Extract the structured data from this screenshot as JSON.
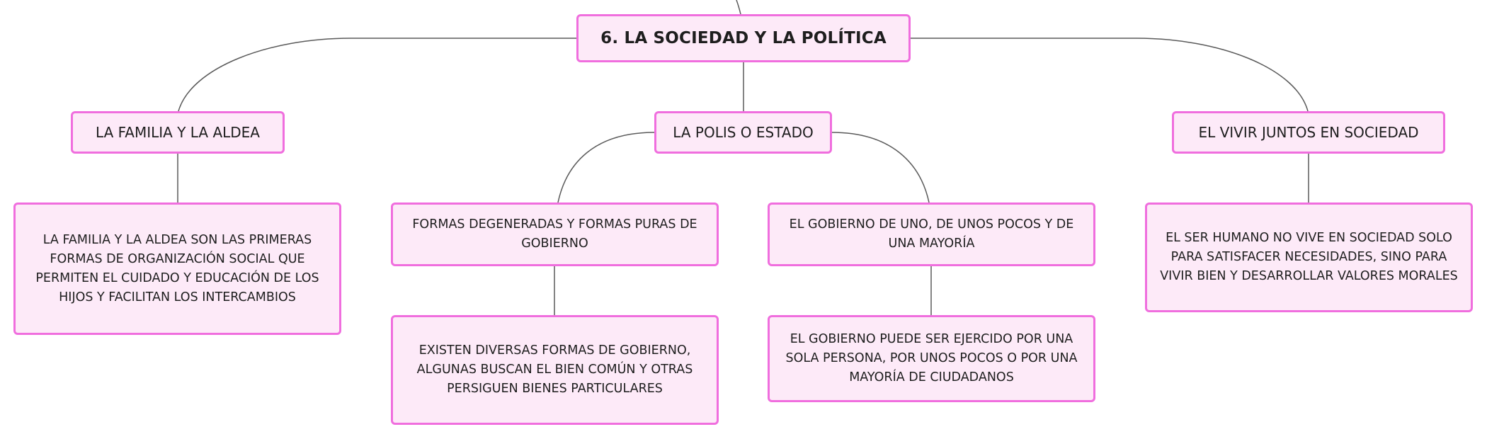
{
  "colors": {
    "node_fill": "#fdeaf8",
    "node_border": "#f06ede",
    "connector": "#5a5a5a",
    "text": "#1e1e1e"
  },
  "root": {
    "label": "6. LA SOCIEDAD Y LA POLÍTICA"
  },
  "branches": {
    "familia": {
      "label": "LA FAMILIA Y LA ALDEA",
      "description": "LA FAMILIA Y LA ALDEA SON LAS PRIMERAS FORMAS DE ORGANIZACIÓN SOCIAL QUE PERMITEN EL CUIDADO Y EDUCACIÓN DE LOS HIJOS Y FACILITAN LOS INTERCAMBIOS"
    },
    "polis": {
      "label": "LA POLIS O ESTADO",
      "children": {
        "formas": {
          "label": "FORMAS DEGENERADAS Y FORMAS PURAS DE GOBIERNO",
          "description": "EXISTEN DIVERSAS FORMAS DE GOBIERNO, ALGUNAS BUSCAN EL BIEN COMÚN Y OTRAS PERSIGUEN BIENES PARTICULARES"
        },
        "gobierno": {
          "label": "EL GOBIERNO DE UNO, DE UNOS POCOS Y DE UNA MAYORÍA",
          "description": "EL GOBIERNO PUEDE SER EJERCIDO POR UNA SOLA PERSONA, POR UNOS POCOS O POR UNA MAYORÍA DE CIUDADANOS"
        }
      }
    },
    "vivir": {
      "label": "EL VIVIR JUNTOS EN SOCIEDAD",
      "description": "EL SER HUMANO NO VIVE EN SOCIEDAD SOLO PARA SATISFACER NECESIDADES, SINO PARA VIVIR BIEN Y DESARROLLAR VALORES MORALES"
    }
  }
}
